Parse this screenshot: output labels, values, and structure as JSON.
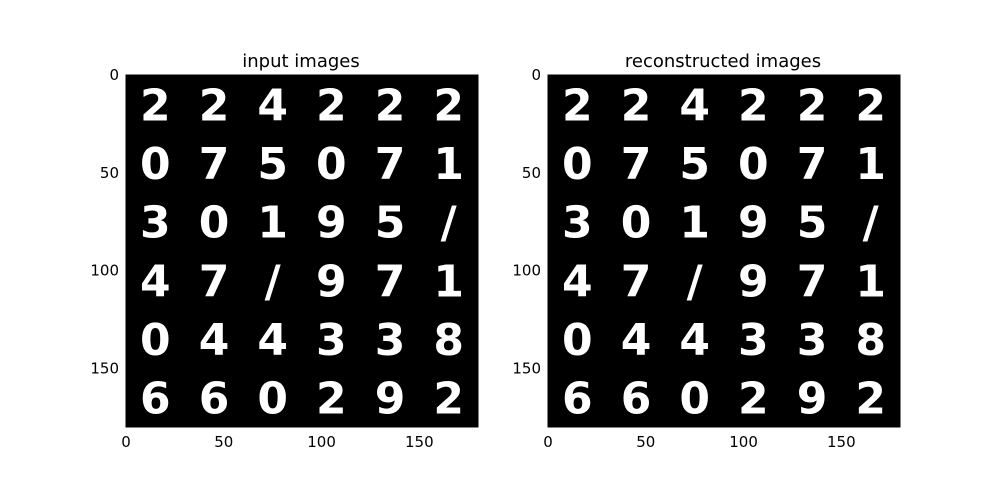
{
  "chart_data": [
    {
      "type": "image-grid",
      "title": "input images",
      "grid_rows": 6,
      "grid_cols": 6,
      "digits": [
        [
          "2",
          "2",
          "4",
          "2",
          "2",
          "2"
        ],
        [
          "0",
          "7",
          "5",
          "0",
          "7",
          "1"
        ],
        [
          "3",
          "0",
          "1",
          "9",
          "5",
          "/"
        ],
        [
          "4",
          "7",
          "/",
          "9",
          "7",
          "1"
        ],
        [
          "0",
          "4",
          "4",
          "3",
          "3",
          "8"
        ],
        [
          "6",
          "6",
          "0",
          "2",
          "9",
          "2"
        ]
      ],
      "xlim": [
        0,
        180
      ],
      "ylim": [
        180,
        0
      ],
      "xticks": [
        0,
        50,
        100,
        150
      ],
      "yticks": [
        0,
        50,
        100,
        150
      ],
      "background": "#000000",
      "foreground": "#ffffff"
    },
    {
      "type": "image-grid",
      "title": "reconstructed images",
      "grid_rows": 6,
      "grid_cols": 6,
      "digits": [
        [
          "2",
          "2",
          "4",
          "2",
          "2",
          "2"
        ],
        [
          "0",
          "7",
          "5",
          "0",
          "7",
          "1"
        ],
        [
          "3",
          "0",
          "1",
          "9",
          "5",
          "/"
        ],
        [
          "4",
          "7",
          "/",
          "9",
          "7",
          "1"
        ],
        [
          "0",
          "4",
          "4",
          "3",
          "3",
          "8"
        ],
        [
          "6",
          "6",
          "0",
          "2",
          "9",
          "2"
        ]
      ],
      "xlim": [
        0,
        180
      ],
      "ylim": [
        180,
        0
      ],
      "xticks": [
        0,
        50,
        100,
        150
      ],
      "yticks": [
        0,
        50,
        100,
        150
      ],
      "background": "#000000",
      "foreground": "#ffffff"
    }
  ]
}
